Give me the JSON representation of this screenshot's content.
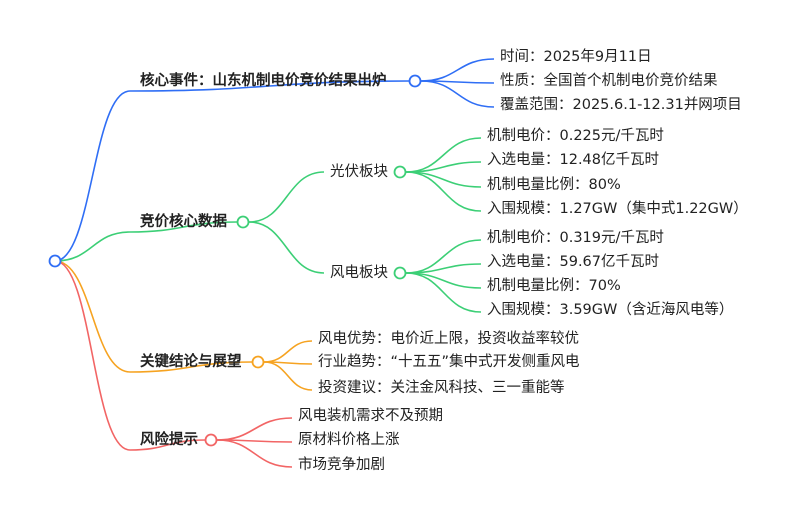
{
  "colors": {
    "blue": "#2f6ef5",
    "green": "#3ccf76",
    "orange": "#f6a321",
    "red": "#f26565"
  },
  "branches": [
    {
      "label": "核心事件：山东机制电价竞价结果出炉",
      "color": "blue",
      "children": [
        "时间：2025年9月11日",
        "性质：全国首个机制电价竞价结果",
        "覆盖范围：2025.6.1-12.31并网项目"
      ]
    },
    {
      "label": "竞价核心数据",
      "color": "green",
      "groups": [
        {
          "label": "光伏板块",
          "children": [
            "机制电价：0.225元/千瓦时",
            "入选电量：12.48亿千瓦时",
            "机制电量比例：80%",
            "入围规模：1.27GW（集中式1.22GW）"
          ]
        },
        {
          "label": "风电板块",
          "children": [
            "机制电价：0.319元/千瓦时",
            "入选电量：59.67亿千瓦时",
            "机制电量比例：70%",
            "入围规模：3.59GW（含近海风电等）"
          ]
        }
      ]
    },
    {
      "label": "关键结论与展望",
      "color": "orange",
      "children": [
        "风电优势：电价近上限，投资收益率较优",
        "行业趋势：“十五五”集中式开发侧重风电",
        "投资建议：关注金风科技、三一重能等"
      ]
    },
    {
      "label": "风险提示",
      "color": "red",
      "children": [
        "风电装机需求不及预期",
        "原材料价格上涨",
        "市场竞争加剧"
      ]
    }
  ]
}
